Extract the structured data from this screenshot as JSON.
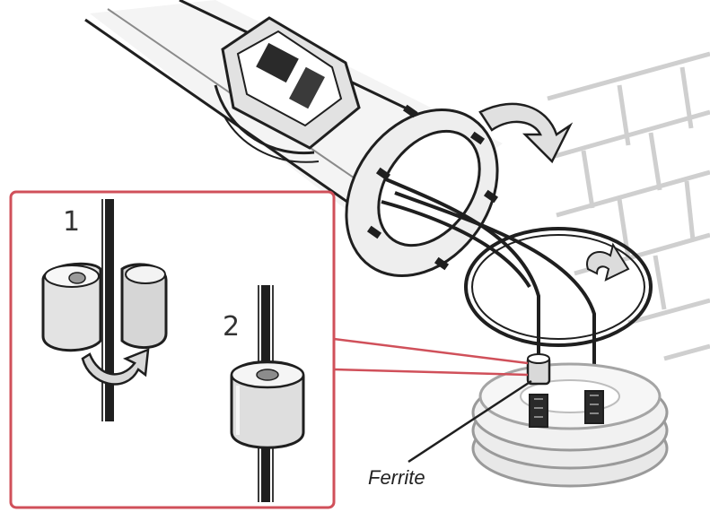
{
  "diagram": {
    "step_labels": [
      "1",
      "2"
    ],
    "callout_label": "Ferrite",
    "colors": {
      "outline": "#1f1f1f",
      "callout_border": "#d0505a",
      "part_fill": "#e6e6e6",
      "part_shadow": "#b9b9b9",
      "arrow_fill": "#d8d8d8",
      "wall_line": "#c8c8c8",
      "background": "#ffffff"
    },
    "icons": [
      "tube-motor",
      "mounting-flange",
      "cable-coil",
      "ferrite-core-open",
      "ferrite-core-closed",
      "rotate-arrow",
      "connector-plug",
      "brick-wall"
    ]
  }
}
